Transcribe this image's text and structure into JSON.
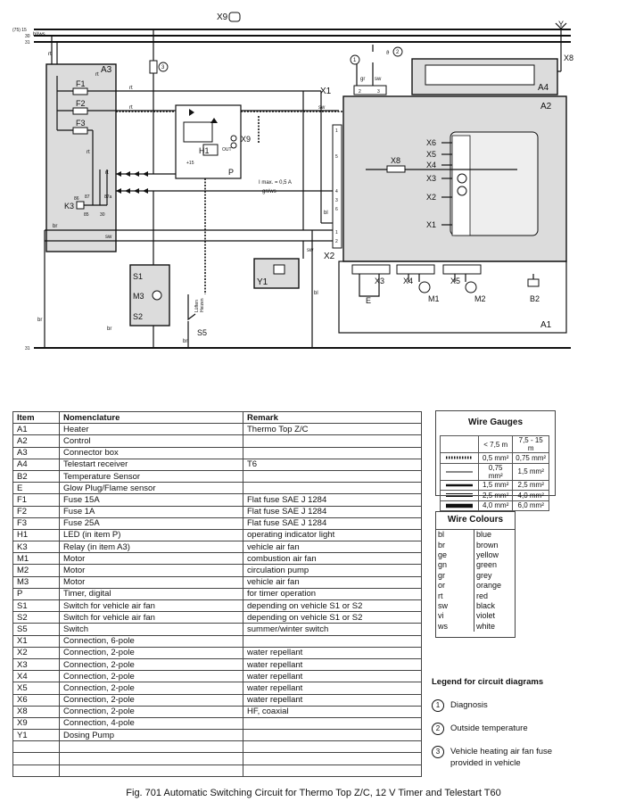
{
  "diagram": {
    "labels": {
      "x9_top": "X9",
      "bus_15": "(75) 15",
      "bus_30": "30",
      "bus_31_top": "31",
      "bus_31_bottom": "31",
      "y": "Y",
      "x8_right": "X8",
      "a3": "A3",
      "a4": "A4",
      "a2": "A2",
      "a1": "A1",
      "f1": "F1",
      "f2": "F2",
      "f3": "F3",
      "k3": "K3",
      "x1_top": "X1",
      "x2": "X2",
      "x1_inner": "X1",
      "x2_inner": "X2",
      "x3_inner": "X3",
      "x4_inner": "X4",
      "x5_inner": "X5",
      "x6_inner": "X6",
      "x8_inner": "X8",
      "x9_timer": "X9",
      "h1": "H1",
      "p": "P",
      "out": "OUT",
      "plus15": "+15",
      "imax": "I max. = 0,5 A",
      "gn_ws": "gn/ws",
      "s1": "S1",
      "m3": "M3",
      "s2": "S2",
      "s5": "S5",
      "y1": "Y1",
      "x3": "X3",
      "x4": "X4",
      "x5": "X5",
      "e": "E",
      "m1": "M1",
      "m2": "M2",
      "b2": "B2",
      "rt1": "rt",
      "rt2": "rt",
      "rt3": "rt",
      "rt4": "rt",
      "rt5": "rt",
      "sw1": "sw",
      "sw2": "sw",
      "sw3": "sw",
      "sw4": "sw",
      "bl1": "bl",
      "bl2": "bl",
      "br1": "br",
      "br2": "br",
      "br3": "br",
      "br4": "br",
      "bl_ws": "bl/ws",
      "gr": "gr",
      "rt_sw": "rt",
      "circ1": "1",
      "circ2": "2",
      "circ3": "3",
      "theta": "ϑ",
      "t86": "86",
      "t87": "87",
      "t87a": "87a",
      "t85": "85",
      "t30": "30",
      "pin1": "1",
      "pin2": "2",
      "pin3": "3",
      "pin4": "4",
      "pin5": "5",
      "pin6": "6",
      "pinx2_1": "1",
      "pinx2_2": "2",
      "x1_pin2": "2",
      "x1_pin3": "3",
      "s5_txt1": "Lüften",
      "s5_txt2": "Heizen"
    }
  },
  "items_table": {
    "headers": [
      "Item",
      "Nomenclature",
      "Remark"
    ],
    "rows": [
      [
        "A1",
        "Heater",
        "Thermo Top Z/C"
      ],
      [
        "A2",
        "Control",
        ""
      ],
      [
        "A3",
        "Connector box",
        ""
      ],
      [
        "A4",
        "Telestart receiver",
        "T6"
      ],
      [
        "B2",
        "Temperature Sensor",
        ""
      ],
      [
        "E",
        "Glow Plug/Flame sensor",
        ""
      ],
      [
        "F1",
        "Fuse 15A",
        "Flat fuse SAE J 1284"
      ],
      [
        "F2",
        "Fuse 1A",
        "Flat fuse SAE J 1284"
      ],
      [
        "F3",
        "Fuse 25A",
        "Flat fuse SAE J 1284"
      ],
      [
        "H1",
        "LED (in item P)",
        "operating indicator light"
      ],
      [
        "K3",
        "Relay (in item A3)",
        "vehicle air fan"
      ],
      [
        "M1",
        "Motor",
        "combustion air fan"
      ],
      [
        "M2",
        "Motor",
        "circulation pump"
      ],
      [
        "M3",
        "Motor",
        "vehicle air fan"
      ],
      [
        "P",
        "Timer, digital",
        "for timer operation"
      ],
      [
        "S1",
        "Switch for vehicle air fan",
        "depending on vehicle S1 or S2"
      ],
      [
        "S2",
        "Switch for vehicle air fan",
        "depending on vehicle S1 or S2"
      ],
      [
        "S5",
        "Switch",
        "summer/winter switch"
      ],
      [
        "X1",
        "Connection, 6-pole",
        ""
      ],
      [
        "X2",
        "Connection, 2-pole",
        "water repellant"
      ],
      [
        "X3",
        "Connection, 2-pole",
        "water repellant"
      ],
      [
        "X4",
        "Connection, 2-pole",
        "water repellant"
      ],
      [
        "X5",
        "Connection, 2-pole",
        "water repellant"
      ],
      [
        "X6",
        "Connection, 2-pole",
        "water repellant"
      ],
      [
        "X8",
        "Connection, 2-pole",
        "HF, coaxial"
      ],
      [
        "X9",
        "Connection, 4-pole",
        ""
      ],
      [
        "Y1",
        "Dosing Pump",
        ""
      ],
      [
        "",
        "",
        ""
      ],
      [
        "",
        "",
        ""
      ],
      [
        "",
        "",
        ""
      ]
    ]
  },
  "wire_gauges": {
    "title": "Wire Gauges",
    "col1": "< 7,5 m",
    "col2": "7,5 - 15 m",
    "rows": [
      {
        "style": "dotted",
        "a": "0,5 mm²",
        "b": "0,75 mm²"
      },
      {
        "style": "thin",
        "a": "0,75 mm²",
        "b": "1,5 mm²"
      },
      {
        "style": "medium",
        "a": "1,5 mm²",
        "b": "2,5 mm²"
      },
      {
        "style": "double",
        "a": "2,5 mm²",
        "b": "4,0 mm²"
      },
      {
        "style": "heavy",
        "a": "4,0 mm²",
        "b": "6,0 mm²"
      }
    ]
  },
  "wire_colours": {
    "title": "Wire Colours",
    "rows": [
      [
        "bl",
        "blue"
      ],
      [
        "br",
        "brown"
      ],
      [
        "ge",
        "yellow"
      ],
      [
        "gn",
        "green"
      ],
      [
        "gr",
        "grey"
      ],
      [
        "or",
        "orange"
      ],
      [
        "rt",
        "red"
      ],
      [
        "sw",
        "black"
      ],
      [
        "vi",
        "violet"
      ],
      [
        "ws",
        "white"
      ]
    ]
  },
  "legend": {
    "title": "Legend for circuit diagrams",
    "items": [
      {
        "num": "1",
        "text": "Diagnosis"
      },
      {
        "num": "2",
        "text": "Outside temperature"
      },
      {
        "num": "3",
        "text": "Vehicle heating air fan fuse provided in vehicle"
      }
    ]
  },
  "caption": "Fig. 701   Automatic Switching Circuit for Thermo Top Z/C, 12 V Timer and Telestart T60"
}
